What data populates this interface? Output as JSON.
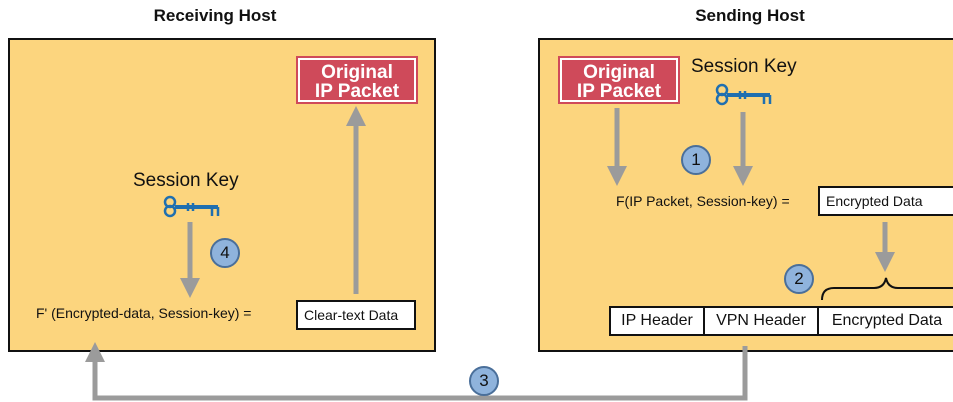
{
  "left": {
    "title": "Receiving Host",
    "original_packet": [
      "Original",
      "IP Packet"
    ],
    "session_key_label": "Session Key",
    "formula": "F' (Encrypted-data, Session-key) =",
    "result_box": "Clear-text Data",
    "step": "4"
  },
  "right": {
    "title": "Sending Host",
    "original_packet": [
      "Original",
      "IP Packet"
    ],
    "session_key_label": "Session Key",
    "formula": "F(IP Packet, Session-key) =",
    "result_box": "Encrypted Data",
    "step1": "1",
    "step2": "2",
    "packet_segments": [
      "IP Header",
      "VPN Header",
      "Encrypted Data"
    ]
  },
  "transit_step": "3",
  "colors": {
    "panel": "#fcd57e",
    "packet_box": "#cf4a5a",
    "arrow": "#9b9b9b",
    "key": "#1f6fb0",
    "badge": "#8fb3dc"
  },
  "icons": [
    "key-icon",
    "arrow-icon"
  ]
}
